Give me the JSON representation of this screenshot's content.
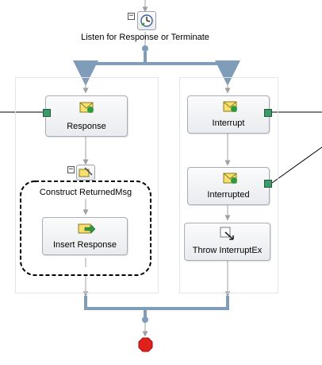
{
  "shapes": {
    "listen": "Listen for Response or Terminate",
    "response": "Response",
    "interrupt": "Interrupt",
    "construct": "Construct ReturnedMsg",
    "interrupted": "Interrupted",
    "insert": "Insert Response",
    "throw": "Throw InterruptEx"
  },
  "controls": {
    "collapse_glyph": "−"
  },
  "colors": {
    "branch_line": "#7f9db9",
    "connector": "#a0a0a0",
    "port": "#3a9a6a",
    "end": "#e0211b"
  }
}
